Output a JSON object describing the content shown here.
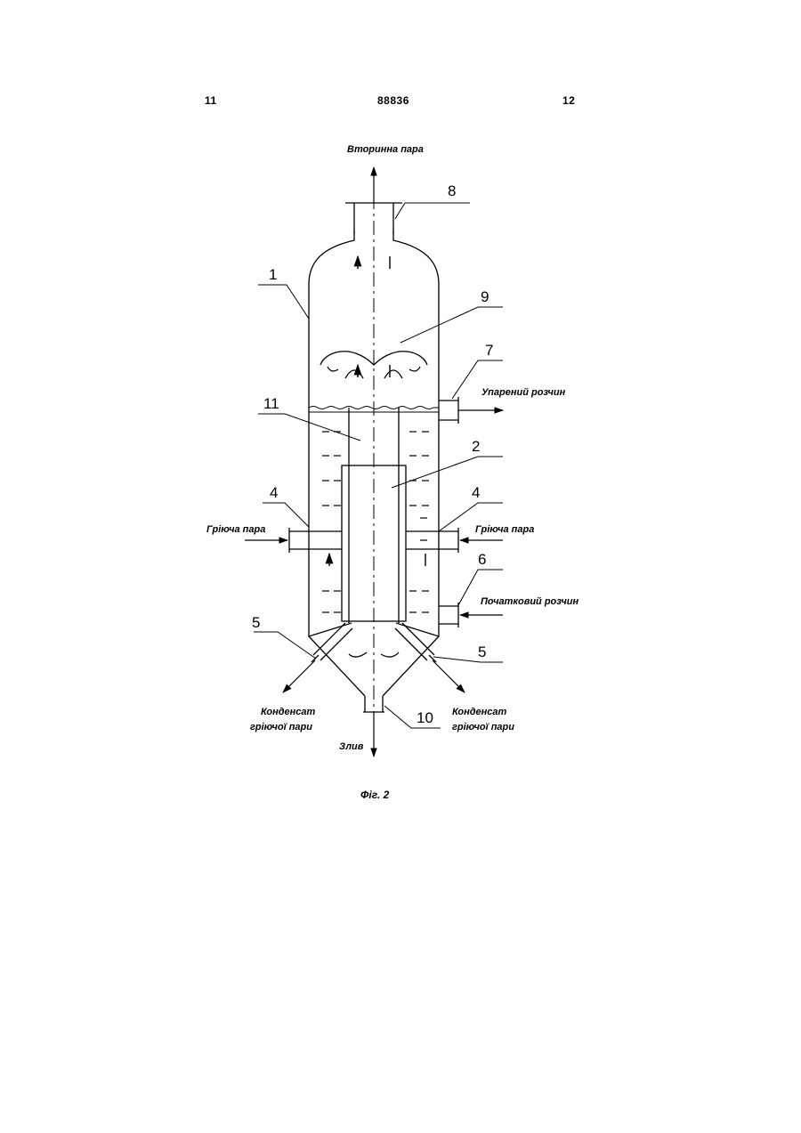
{
  "header": {
    "left_page": "11",
    "doc_number": "88836",
    "right_page": "12"
  },
  "labels": {
    "secondary_vapor": "Вторинна пара",
    "evaporated_solution": "Упарений розчин",
    "heating_steam_left": "Гріюча пара",
    "heating_steam_right": "Гріюча пара",
    "initial_solution": "Початковий розчин",
    "condensate_left_line1": "Конденсат",
    "condensate_left_line2": "гріючої пари",
    "condensate_right_line1": "Конденсат",
    "condensate_right_line2": "гріючої пари",
    "drain": "Злив"
  },
  "callouts": {
    "n1": "1",
    "n2": "2",
    "n4_left": "4",
    "n4_right": "4",
    "n5_left": "5",
    "n5_right": "5",
    "n6": "6",
    "n7": "7",
    "n8": "8",
    "n9": "9",
    "n10": "10",
    "n11": "11"
  },
  "figure_caption": "Фіг. 2"
}
